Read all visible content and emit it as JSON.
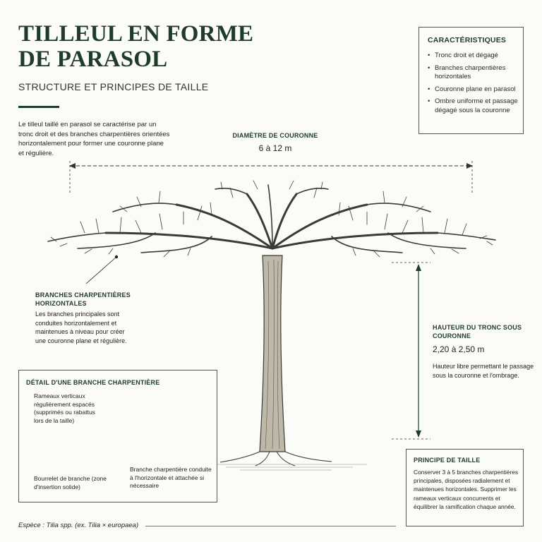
{
  "header": {
    "title": "TILLEUL EN FORME DE PARASOL",
    "subtitle": "STRUCTURE ET PRINCIPES DE TAILLE",
    "intro": "Le tilleul taillé en parasol se caractérise par un tronc droit et des branches charpentières orientées horizontalement pour former une couronne plane et régulière."
  },
  "characteristics": {
    "heading": "CARACTÉRISTIQUES",
    "items": [
      "Tronc droit et dégagé",
      "Branches charpentières horizontales",
      "Couronne plane en parasol",
      "Ombre uniforme et passage dégagé sous la couronne"
    ]
  },
  "crown_diameter": {
    "label": "DIAMÈTRE DE COURONNE",
    "value": "6 à 12 m"
  },
  "branches": {
    "label": "BRANCHES CHARPENTIÈRES HORIZONTALES",
    "text": "Les branches principales sont conduites horizontalement et maintenues à niveau pour créer une couronne plane et régulière."
  },
  "trunk_height": {
    "label": "HAUTEUR DU TRONC SOUS COURONNE",
    "value": "2,20 à 2,50 m",
    "text": "Hauteur libre permettant le passage sous la couronne et l'ombrage."
  },
  "detail": {
    "heading": "DÉTAIL D'UNE BRANCHE CHARPENTIÈRE",
    "rameaux": "Rameaux verticaux régulièrement espacés (supprimés ou rabattus lors de la taille)",
    "bourrelet": "Bourrelet de branche (zone d'insertion solide)",
    "branche": "Branche charpentière conduite à l'horizontale et attachée si nécessaire"
  },
  "pruning": {
    "heading": "PRINCIPE DE TAILLE",
    "text": "Conserver 3 à 5 branches charpentières principales, disposées radialement et maintenues horizontales. Supprimer les rameaux verticaux concurrents et équilibrer la ramification chaque année."
  },
  "footer": {
    "species": "Espèce : Tilia spp. (ex. Tilia × europaea)"
  },
  "colors": {
    "accent": "#1f3b2a",
    "ink": "#2b2b2b",
    "paper": "#fbfbf8"
  }
}
